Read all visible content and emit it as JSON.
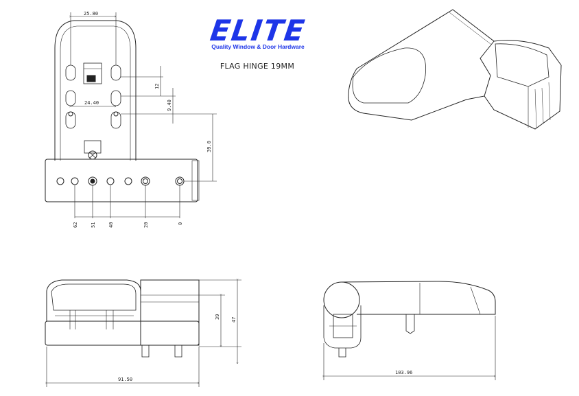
{
  "brand": {
    "logo_text": "ELITE",
    "tagline": "Quality Window & Door Hardware",
    "color": "#1d35e8"
  },
  "title": "FLAG HINGE 19MM",
  "dimensions": {
    "front_top_width": "25.80",
    "hole_spacing": "24.40",
    "dim_12": "12",
    "dim_9_40": "9.40",
    "dim_39_0": "39.0",
    "hole_positions": [
      "62",
      "51",
      "40",
      "20",
      "0"
    ],
    "bottom_width": "91.50",
    "height_39": "39",
    "height_47": "47",
    "side_width": "103.96"
  }
}
